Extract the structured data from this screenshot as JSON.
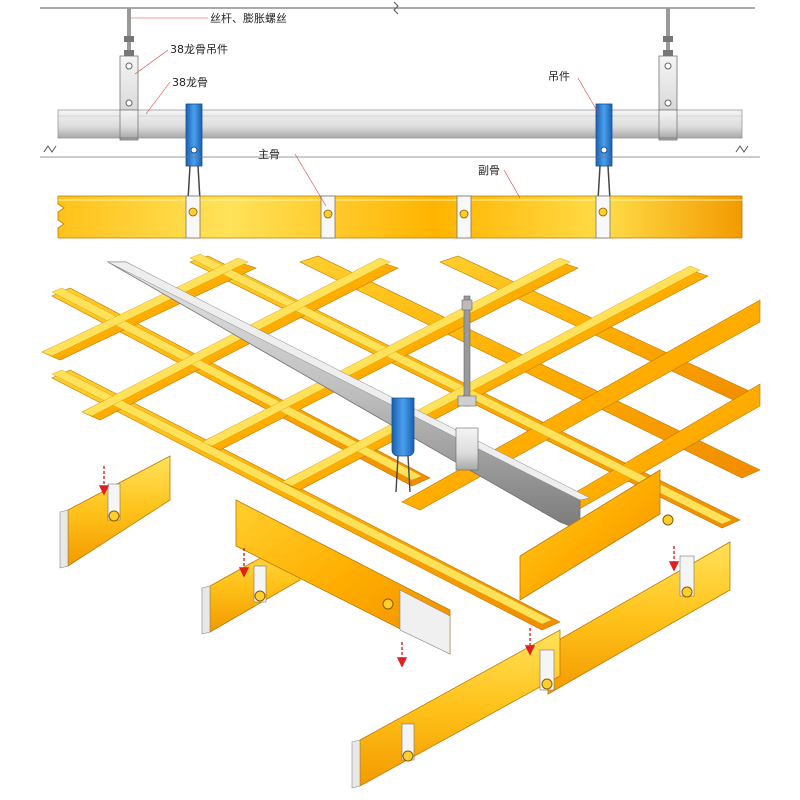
{
  "labels": {
    "screw_rod": "丝杆、膨胀螺丝",
    "hanger_38": "38龙骨吊件",
    "keel_38": "38龙骨",
    "hanger": "吊件",
    "main_keel": "主骨",
    "secondary_keel": "副骨"
  },
  "colors": {
    "yellow_light": "#ffe25a",
    "yellow_mid": "#ffc21a",
    "orange": "#f39a00",
    "orange_dark": "#d97a00",
    "steel_light": "#f2f2f2",
    "steel_dark": "#9a9a9a",
    "hanger_blue": "#2f7fd0",
    "arrow_red": "#e02020",
    "leader_red": "#e04040"
  }
}
